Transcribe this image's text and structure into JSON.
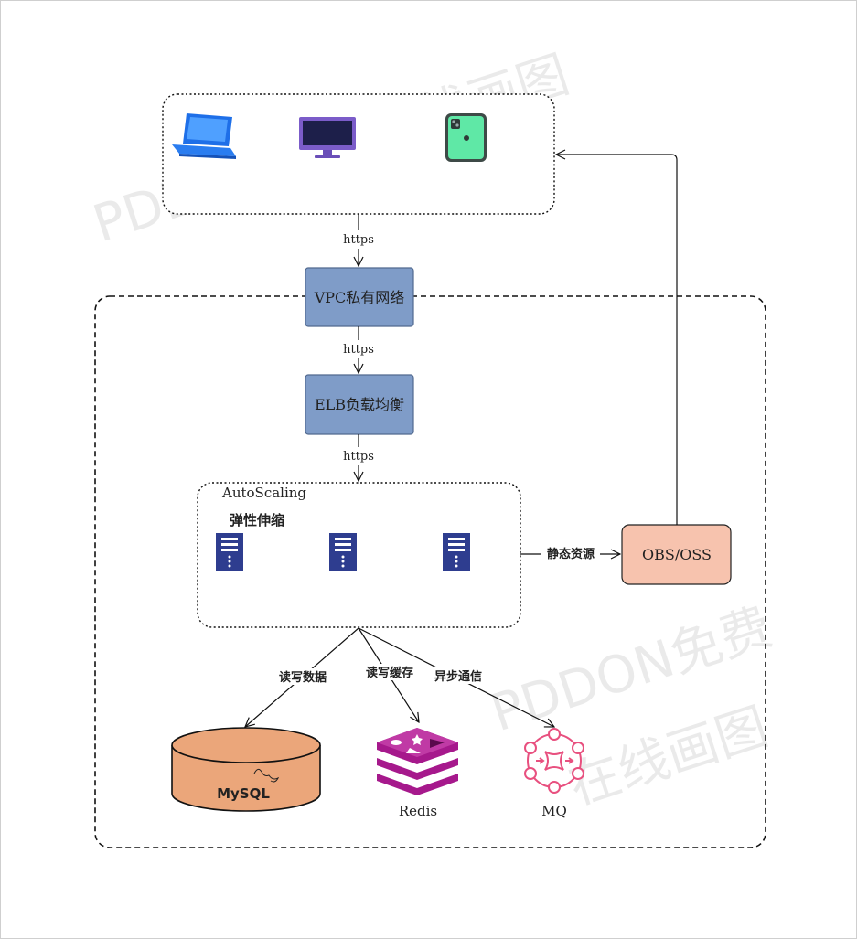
{
  "nodes": {
    "vpc": "VPC私有网络",
    "elb": "ELB负载均衡",
    "autoscaling_title": "AutoScaling",
    "autoscaling_subtitle": "弹性伸缩",
    "obs": "OBS/OSS",
    "mysql": "MySQL",
    "redis": "Redis",
    "mq": "MQ"
  },
  "edges": {
    "clients_to_vpc": "https",
    "vpc_to_elb": "https",
    "elb_to_autoscaling": "https",
    "autoscaling_to_obs": "静态资源",
    "to_mysql": "读写数据",
    "to_redis": "读写缓存",
    "to_mq": "异步通信"
  },
  "watermark": {
    "line1": "PDDON免费在线画图",
    "line2": "PDDON免费",
    "line3": "在线画图"
  },
  "colors": {
    "blue_box": "#7f9cc8",
    "blue_box_border": "#51698f",
    "obs_box": "#f7c3ae",
    "mysql_fill": "#eba67a",
    "redis": "#a6198c",
    "mq": "#e8507f",
    "server": "#2e3d8f"
  },
  "icons": [
    "laptop-icon",
    "monitor-icon",
    "smartphone-icon",
    "server-icon",
    "database-icon",
    "redis-icon",
    "message-queue-icon"
  ]
}
